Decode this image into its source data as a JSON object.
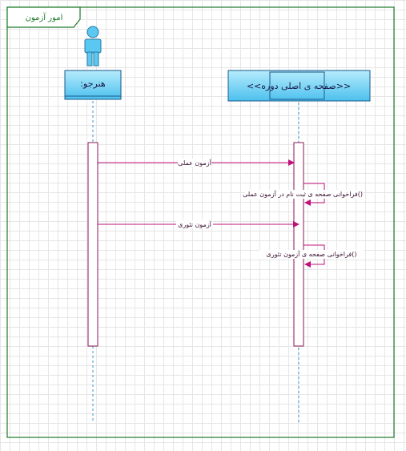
{
  "frame": {
    "title": "امور آزمون"
  },
  "lifelines": [
    {
      "label": ":هنرجو",
      "kind": "actor"
    },
    {
      "label": "<<صفحه ی اصلی دوره>>",
      "kind": "boundary"
    }
  ],
  "messages": [
    {
      "label": "آزمون عملی",
      "kind": "call"
    },
    {
      "label": "فراخوانی صفحه ی ثبت نام در آزمون عملی()",
      "kind": "self"
    },
    {
      "label": "آزمون تئوری",
      "kind": "call"
    },
    {
      "label": "فراخوانی صفحه ی آزمون تئوری()",
      "kind": "self"
    }
  ],
  "colors": {
    "frame_border": "#1e7a2a",
    "message": "#c0107a",
    "lifeline_dash": "#3a9ad9",
    "header_fill": "#7fd4f5",
    "activation_border": "#8a1a55"
  }
}
